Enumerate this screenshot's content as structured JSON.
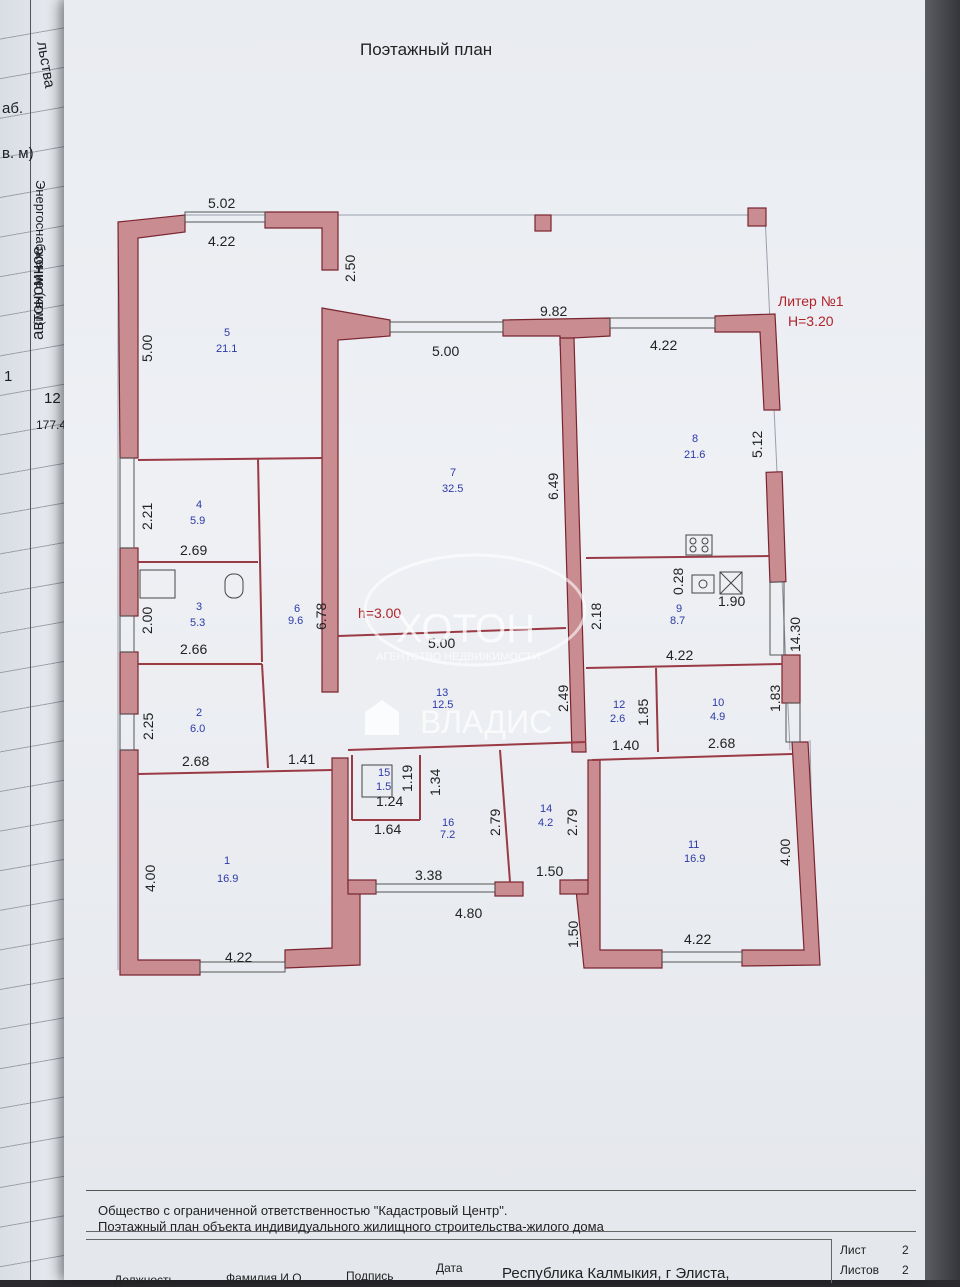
{
  "document": {
    "title": "Поэтажный план",
    "liter": "Литер №1",
    "height_main": "H=3.20",
    "height_inner": "h=3.00"
  },
  "left_page": {
    "texts": [
      "льства",
      "аб.",
      "в. м)",
      "автономное",
      "Энергоснабжение (кв м)",
      "1",
      "12",
      "177.4"
    ]
  },
  "rooms": [
    {
      "num": "1",
      "area": "16.9"
    },
    {
      "num": "2",
      "area": "6.0"
    },
    {
      "num": "3",
      "area": "5.3"
    },
    {
      "num": "4",
      "area": "5.9"
    },
    {
      "num": "5",
      "area": "21.1"
    },
    {
      "num": "6",
      "area": "9.6"
    },
    {
      "num": "7",
      "area": "32.5"
    },
    {
      "num": "8",
      "area": "21.6"
    },
    {
      "num": "9",
      "area": "8.7"
    },
    {
      "num": "10",
      "area": "4.9"
    },
    {
      "num": "11",
      "area": "16.9"
    },
    {
      "num": "12",
      "area": "2.6"
    },
    {
      "num": "13",
      "area": "12.5"
    },
    {
      "num": "14",
      "area": "4.2"
    },
    {
      "num": "15",
      "area": "1.5"
    },
    {
      "num": "16",
      "area": "7.2"
    }
  ],
  "dimensions": [
    "5.02",
    "4.22",
    "2.50",
    "9.82",
    "5.00",
    "4.22",
    "5.00",
    "6.49",
    "5.12",
    "2.21",
    "2.69",
    "0.28",
    "2.00",
    "2.66",
    "6.78",
    "1.90",
    "2.18",
    "14.30",
    "5.00",
    "4.22",
    "2.25",
    "2.68",
    "2.49",
    "1.85",
    "1.83",
    "1.41",
    "1.40",
    "2.68",
    "1.19",
    "1.24",
    "1.34",
    "1.64",
    "2.79",
    "2.79",
    "4.00",
    "3.38",
    "1.50",
    "4.00",
    "4.80",
    "1.50",
    "4.22",
    "4.22"
  ],
  "watermark": {
    "brand": "ХОТОН",
    "tagline": "АГЕНТСТВО НЕДВИЖИМОСТИ",
    "brand2": "ВЛАДИС"
  },
  "stamp": {
    "org": "Общество с ограниченной ответственностью \"Кадастровый Центр\".",
    "object": "Поэтажный план объекта индивидуального жилищного строительства-жилого дома",
    "sheet_label": "Лист",
    "sheet_value": "2",
    "sheets_label": "Листов",
    "sheets_value": "2",
    "col_position": "Должность",
    "col_name": "Фамилия И.О.",
    "col_sign": "Подпись",
    "col_date": "Дата",
    "address": "Республика Калмыкия, г Элиста,"
  },
  "colors": {
    "wall": "#c98d91",
    "wall_stroke": "#7a2430",
    "paper": "#eceff3",
    "room_text": "#2d3aa8",
    "height_text": "#b0242a"
  }
}
